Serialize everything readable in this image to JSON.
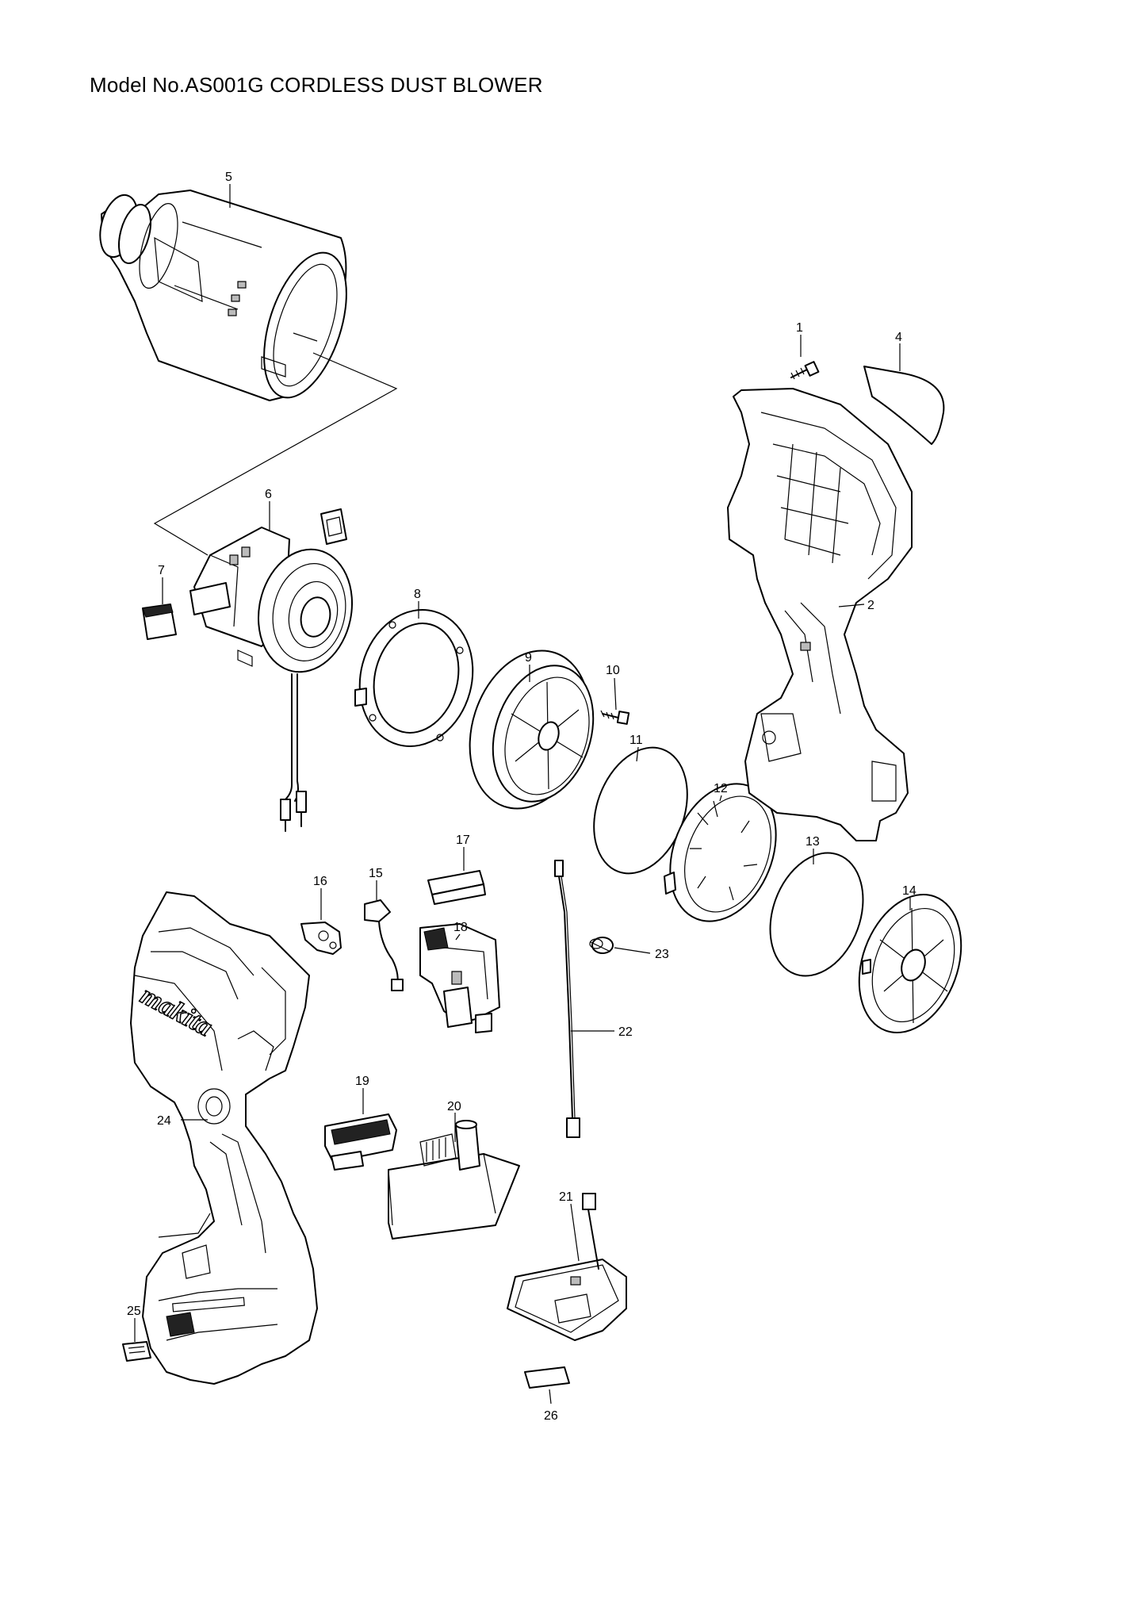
{
  "page": {
    "title": "Model No.AS001G CORDLESS DUST BLOWER"
  },
  "diagram": {
    "callouts": [
      {
        "id": "1",
        "label": "1"
      },
      {
        "id": "2",
        "label": "2"
      },
      {
        "id": "4",
        "label": "4"
      },
      {
        "id": "5",
        "label": "5"
      },
      {
        "id": "6",
        "label": "6"
      },
      {
        "id": "7",
        "label": "7"
      },
      {
        "id": "8",
        "label": "8"
      },
      {
        "id": "9",
        "label": "9"
      },
      {
        "id": "10",
        "label": "10"
      },
      {
        "id": "11",
        "label": "11"
      },
      {
        "id": "12",
        "label": "12"
      },
      {
        "id": "13",
        "label": "13"
      },
      {
        "id": "14",
        "label": "14"
      },
      {
        "id": "15",
        "label": "15"
      },
      {
        "id": "16",
        "label": "16"
      },
      {
        "id": "17",
        "label": "17"
      },
      {
        "id": "18",
        "label": "18"
      },
      {
        "id": "19",
        "label": "19"
      },
      {
        "id": "20",
        "label": "20"
      },
      {
        "id": "21",
        "label": "21"
      },
      {
        "id": "22",
        "label": "22"
      },
      {
        "id": "23",
        "label": "23"
      },
      {
        "id": "24",
        "label": "24"
      },
      {
        "id": "25",
        "label": "25"
      },
      {
        "id": "26",
        "label": "26"
      }
    ],
    "logo_text": "makita",
    "icons": [
      "motor-housing",
      "motor",
      "housing-half",
      "fan",
      "filter",
      "switch",
      "controller",
      "screw",
      "cable",
      "label-sticker"
    ]
  }
}
